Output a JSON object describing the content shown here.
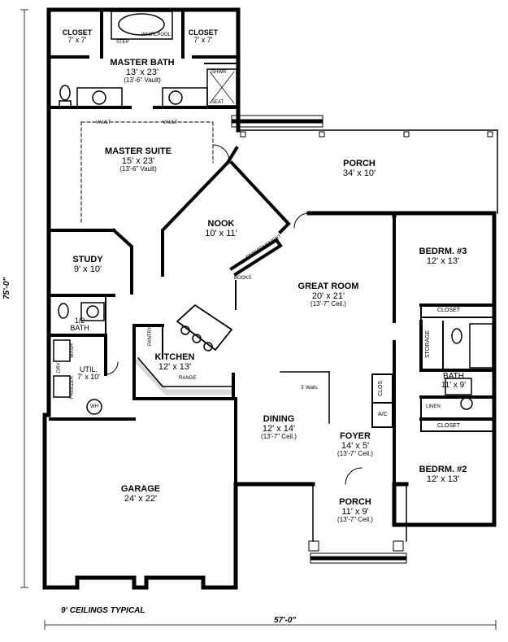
{
  "rooms": {
    "closet_left": {
      "name": "CLOSET",
      "dims": "7' x 7'"
    },
    "closet_right": {
      "name": "CLOSET",
      "dims": "7' x 7'"
    },
    "master_bath": {
      "name": "MASTER BATH",
      "dims": "13' x 23'",
      "ceiling": "(13'-6\" Vault)"
    },
    "master_suite": {
      "name": "MASTER SUITE",
      "dims": "15' x 23'",
      "ceiling": "(13'-6\" Vault)"
    },
    "porch_rear": {
      "name": "PORCH",
      "dims": "34' x 10'"
    },
    "nook": {
      "name": "NOOK",
      "dims": "10' x 11'"
    },
    "study": {
      "name": "STUDY",
      "dims": "9' x 10'"
    },
    "half_bath": {
      "name": "1/2",
      "name2": "BATH"
    },
    "great_room": {
      "name": "GREAT ROOM",
      "dims": "20' x 21'",
      "ceiling": "(13'-7\" Ceil.)"
    },
    "bedroom3": {
      "name": "BEDRM. #3",
      "dims": "12' x 13'"
    },
    "kitchen": {
      "name": "KITCHEN",
      "dims": "12' x 13'"
    },
    "util": {
      "name": "UTIL.",
      "dims": "7' x 10'"
    },
    "bath": {
      "name": "BATH",
      "dims": "11' x 9'"
    },
    "dining": {
      "name": "DINING",
      "dims": "12' x 14'",
      "ceiling": "(13'-7\" Ceil.)"
    },
    "foyer": {
      "name": "FOYER",
      "dims": "14' x 5'",
      "ceiling": "(13'-7\" Ceil.)"
    },
    "bedroom2": {
      "name": "BEDRM. #2",
      "dims": "12' x 13'"
    },
    "garage": {
      "name": "GARAGE",
      "dims": "24' x 22'"
    },
    "porch_front": {
      "name": "PORCH",
      "dims": "11' x 9'",
      "ceiling": "(13'-7\" Ceil.)"
    }
  },
  "small_labels": {
    "step": "STEP",
    "whirlpool": "WHIRLPOOL",
    "shower": "SHWR",
    "seat": "SEAT",
    "vault_left": "VAULT",
    "vault_right": "VAULT",
    "books": "BOOKS",
    "entertainment": "ENTERTAINMENT",
    "closet_bed3": "CLOSET",
    "storage": "STORAGE",
    "clos": "CLOS",
    "linen": "LINEN",
    "closet_bed2": "CLOSET",
    "range": "RANGE",
    "pantry": "PANTRY",
    "wash": "WASH",
    "dry": "DRY",
    "freezer": "FREEZER",
    "wh": "WH",
    "walls": "3' Walls",
    "ac": "A/C"
  },
  "dimensions": {
    "width": "57'-0\"",
    "depth": "75'-0\""
  },
  "notes": {
    "ceilings": "9' CEILINGS TYPICAL"
  },
  "colors": {
    "wall": "#000000",
    "background": "#ffffff"
  }
}
